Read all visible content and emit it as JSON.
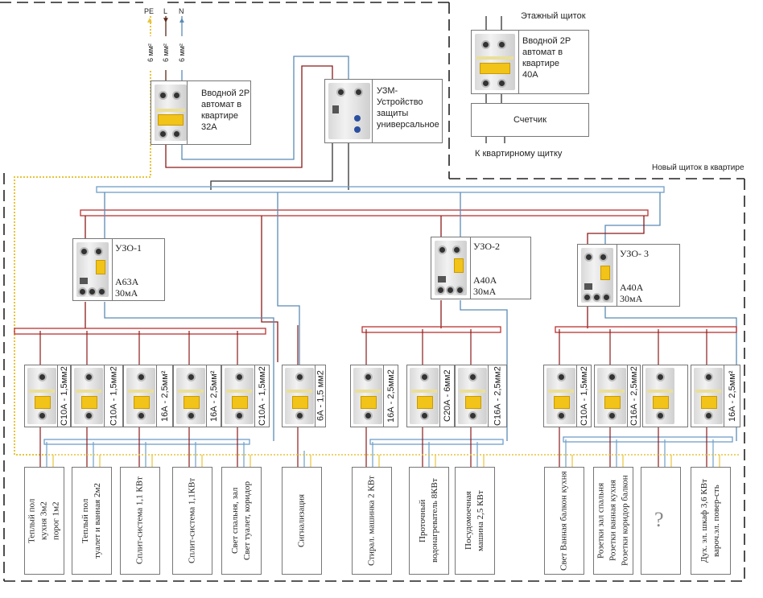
{
  "inputs": {
    "pe": "PE",
    "l": "L",
    "n": "N",
    "section": "6 мм²"
  },
  "main_breaker": {
    "lines": [
      "Вводной 2Р",
      "автомат в",
      "квартире",
      "32А"
    ]
  },
  "uzm": {
    "lines": [
      "УЗМ-",
      "Устройство",
      "защиты",
      "универсальное"
    ]
  },
  "floor_panel": {
    "title": "Этажный  щиток",
    "breaker_lines": [
      "Вводной 2Р",
      "автомат в",
      "квартире",
      " 40А"
    ],
    "meter": "Счетчик",
    "to_apartment": "К квартирному щитку"
  },
  "new_panel_label": "Новый щиток в квартире",
  "rcds": [
    {
      "name": "УЗО-1",
      "rating": "А63А",
      "leak": "30мА"
    },
    {
      "name": "УЗО-2",
      "rating": "А40А",
      "leak": "30мА"
    },
    {
      "name": "УЗО- 3",
      "rating": "А40А",
      "leak": "30мА"
    }
  ],
  "breakers": [
    {
      "label": "С10А - 1,5мм2"
    },
    {
      "label": "С10А - 1,5мм2"
    },
    {
      "label": "16А - 2,5мм²"
    },
    {
      "label": "16А - 2,5мм²"
    },
    {
      "label": "С10А - 1,5мм2"
    },
    {
      "label": "6А - 1,5 мм2"
    },
    {
      "label": "16А - 2,5мм2"
    },
    {
      "label": "С20А - 6мм2"
    },
    {
      "label": "С16А - 2,5мм2"
    },
    {
      "label": "С10А - 1,5мм2"
    },
    {
      "label": "С16А - 2,5мм2"
    },
    {
      "label": ""
    },
    {
      "label": "16А - 2,5мм²"
    }
  ],
  "loads": [
    {
      "lines": [
        "Теплый пол",
        "кухня 3м2",
        "порог 1м2"
      ]
    },
    {
      "lines": [
        "Теплый пол",
        "туалет и ванная 2м2"
      ]
    },
    {
      "lines": [
        "Сплит-система 1,1 КВт"
      ]
    },
    {
      "lines": [
        "Сплит-система 1,1КВт"
      ]
    },
    {
      "lines": [
        "Свет спальня, зал",
        "Свет туалет, коридор"
      ]
    },
    {
      "lines": [
        "Сигнализация"
      ]
    },
    {
      "lines": [
        "Стирал. машинка 2 КВт"
      ]
    },
    {
      "lines": [
        "Проточный",
        "водонагреватель 8КВт"
      ]
    },
    {
      "lines": [
        "Посудомоечная",
        "машина 2,5 КВт"
      ]
    },
    {
      "lines": [
        "Свет Ванная балкон кухня"
      ]
    },
    {
      "lines": [
        "Розетки зал спальня",
        "Розетки ванная кухня",
        "Розетки коридор балкон"
      ]
    },
    {
      "lines": [
        "?"
      ]
    },
    {
      "lines": [
        "Дух. эл. шкаф 3,6 КВт",
        "вароч.эл. повер-сть"
      ]
    }
  ],
  "colors": {
    "phase": "#8b1a1a",
    "neutral": "#5b8bb5",
    "pe": "#e8c43a",
    "bus_red": "#a33",
    "bus_blue": "#6f9fc8"
  }
}
